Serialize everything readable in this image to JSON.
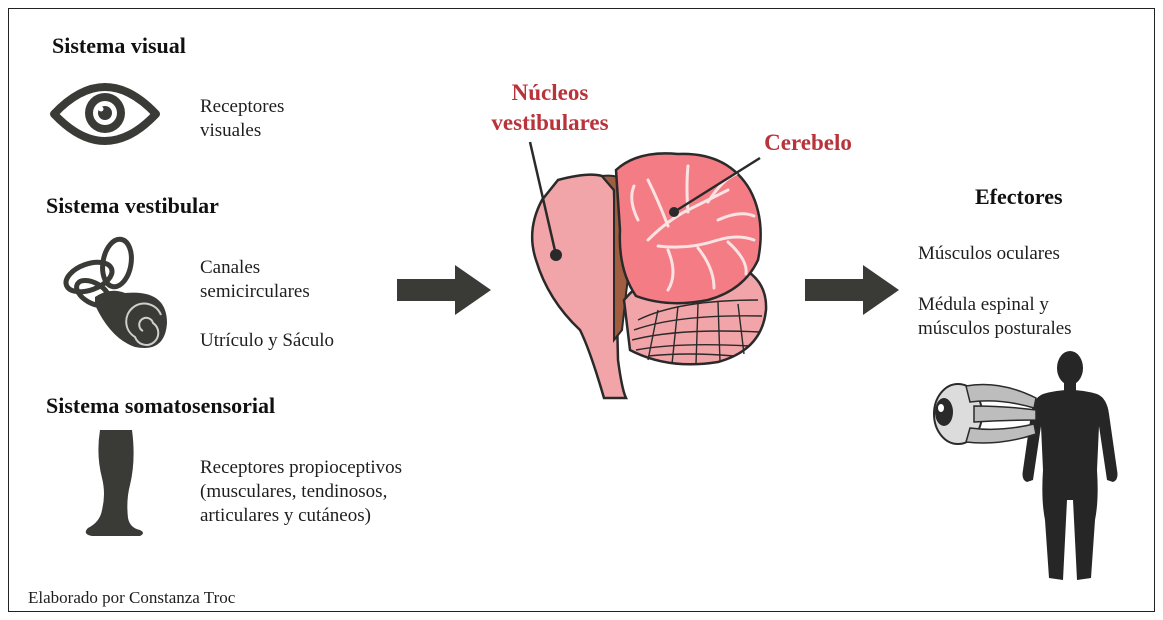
{
  "sources": {
    "visual": {
      "title": "Sistema visual",
      "receptor_lines": [
        "Receptores",
        "visuales"
      ],
      "icon": "eye-icon"
    },
    "vestibular": {
      "title": "Sistema vestibular",
      "receptor_lines": [
        "Canales",
        "semicirculares"
      ],
      "receptor2": "Utrículo y Sáculo",
      "icon": "inner-ear-icon"
    },
    "somatosensory": {
      "title": "Sistema somatosensorial",
      "receptor_lines": [
        "Receptores propioceptivos",
        "(musculares, tendinosos,",
        "articulares y cutáneos)"
      ],
      "icon": "leg-icon"
    }
  },
  "center": {
    "label_nuclei_lines": [
      "Núcleos",
      "vestibulares"
    ],
    "label_cerebellum": "Cerebelo",
    "label_color": "#b8333a",
    "illustration": "brainstem-cerebellum-illustration"
  },
  "effectors": {
    "title": "Efectores",
    "item1": "Músculos oculares",
    "item2_lines": [
      "Médula espinal  y",
      "músculos posturales"
    ],
    "icons": [
      "eyeball-muscles-icon",
      "human-silhouette-icon"
    ]
  },
  "arrow_color": "#3a3a36",
  "footer": "Elaborado por Constanza Troc"
}
